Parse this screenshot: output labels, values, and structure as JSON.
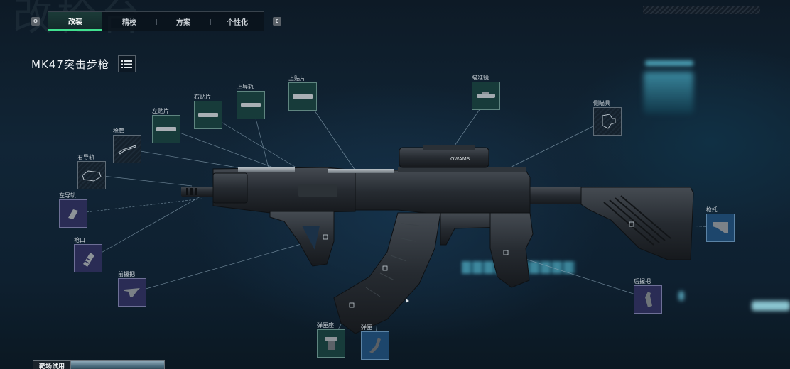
{
  "background_title": "改枪台",
  "tabs": {
    "left_key": "Q",
    "right_key": "E",
    "items": [
      {
        "label": "改装",
        "active": true
      },
      {
        "label": "精校",
        "active": false
      },
      {
        "label": "方案",
        "active": false
      },
      {
        "label": "个性化",
        "active": false
      }
    ]
  },
  "weapon": {
    "name": "MK47突击步枪",
    "list_icon": "list-icon",
    "scope_text": "GWAMS"
  },
  "slots": [
    {
      "id": "barrel",
      "label": "枪管",
      "icon": "barrel-icon",
      "style": "hatch-bg"
    },
    {
      "id": "left-patch",
      "label": "左贴片",
      "icon": "rail-cover-icon",
      "style": "teal"
    },
    {
      "id": "right-patch",
      "label": "右贴片",
      "icon": "rail-cover-icon",
      "style": "teal"
    },
    {
      "id": "top-rail",
      "label": "上导轨",
      "icon": "rail-cover-icon",
      "style": "teal"
    },
    {
      "id": "top-patch",
      "label": "上贴片",
      "icon": "rail-cover-icon",
      "style": "teal"
    },
    {
      "id": "scope",
      "label": "瞄准镜",
      "icon": "scope-icon",
      "style": "teal"
    },
    {
      "id": "side-sight",
      "label": "侧瞄具",
      "icon": "side-sight-icon",
      "style": "hatch-bg"
    },
    {
      "id": "right-rail",
      "label": "右导轨",
      "icon": "rail-mount-icon",
      "style": "hatch-bg"
    },
    {
      "id": "left-rail",
      "label": "左导轨",
      "icon": "laser-module-icon",
      "style": "purple"
    },
    {
      "id": "muzzle",
      "label": "枪口",
      "icon": "muzzle-brake-icon",
      "style": "purple"
    },
    {
      "id": "foregrip",
      "label": "前握把",
      "icon": "foregrip-icon",
      "style": "purple"
    },
    {
      "id": "mag-well",
      "label": "弹匣座",
      "icon": "mag-well-icon",
      "style": "teal"
    },
    {
      "id": "magazine",
      "label": "弹匣",
      "icon": "magazine-icon",
      "style": "blue"
    },
    {
      "id": "stock",
      "label": "枪托",
      "icon": "stock-icon",
      "style": "blue"
    },
    {
      "id": "rear-grip",
      "label": "后握把",
      "icon": "pistol-grip-icon",
      "style": "purple"
    }
  ],
  "range_test": {
    "label": "靶场试用"
  },
  "colors": {
    "accent_green": "#41e08f",
    "slot_teal": "#173b3a",
    "slot_purple": "#2a2c55",
    "slot_blue": "#1d466c"
  }
}
